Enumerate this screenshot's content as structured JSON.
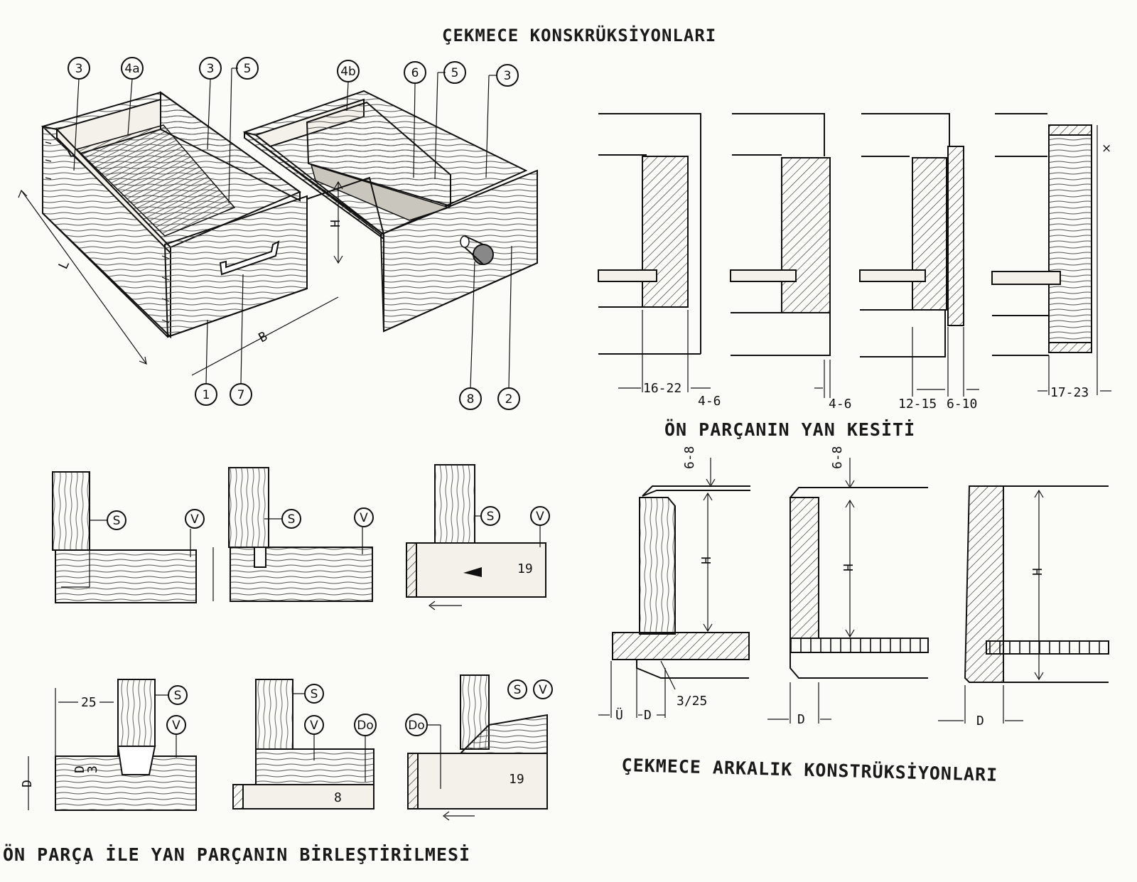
{
  "titles": {
    "main": "ÇEKMECE KONSKRÜKSİYONLARI",
    "front_section": "ÖN PARÇANIN YAN KESİTİ",
    "back_constructions": "ÇEKMECE ARKALIK KONSTRÜKSİYONLARI",
    "front_side_joint": "ÖN PARÇA İLE YAN PARÇANIN BİRLEŞTİRİLMESİ"
  },
  "drawer_callouts": {
    "c1": "3",
    "c2": "4a",
    "c3": "3",
    "c4": "5",
    "c5": "4b",
    "c6": "6",
    "c7": "5",
    "c8": "3",
    "c9": "1",
    "c10": "7",
    "c11": "8",
    "c12": "2"
  },
  "drawer_dims": {
    "length": "L",
    "width": "B",
    "height": "H"
  },
  "front_section_dims": {
    "d1": "16-22",
    "d2": "4-6",
    "d3": "4-6",
    "d4": "12-15",
    "d5": "6-10",
    "d6": "17-23",
    "mark": "×"
  },
  "back_dims": {
    "top1": "6-8",
    "top2": "6-8",
    "h1": "H",
    "h2": "H",
    "h3": "H",
    "groove": "3/25",
    "u": "Ü",
    "d1": "D",
    "d2": "D",
    "d3": "D"
  },
  "joint_labels": {
    "s": "S",
    "v": "V",
    "do": "Do",
    "n19a": "19",
    "n19b": "19",
    "n25": "25",
    "n3": "3",
    "nD": "D",
    "nD2": "D",
    "n8": "8"
  }
}
